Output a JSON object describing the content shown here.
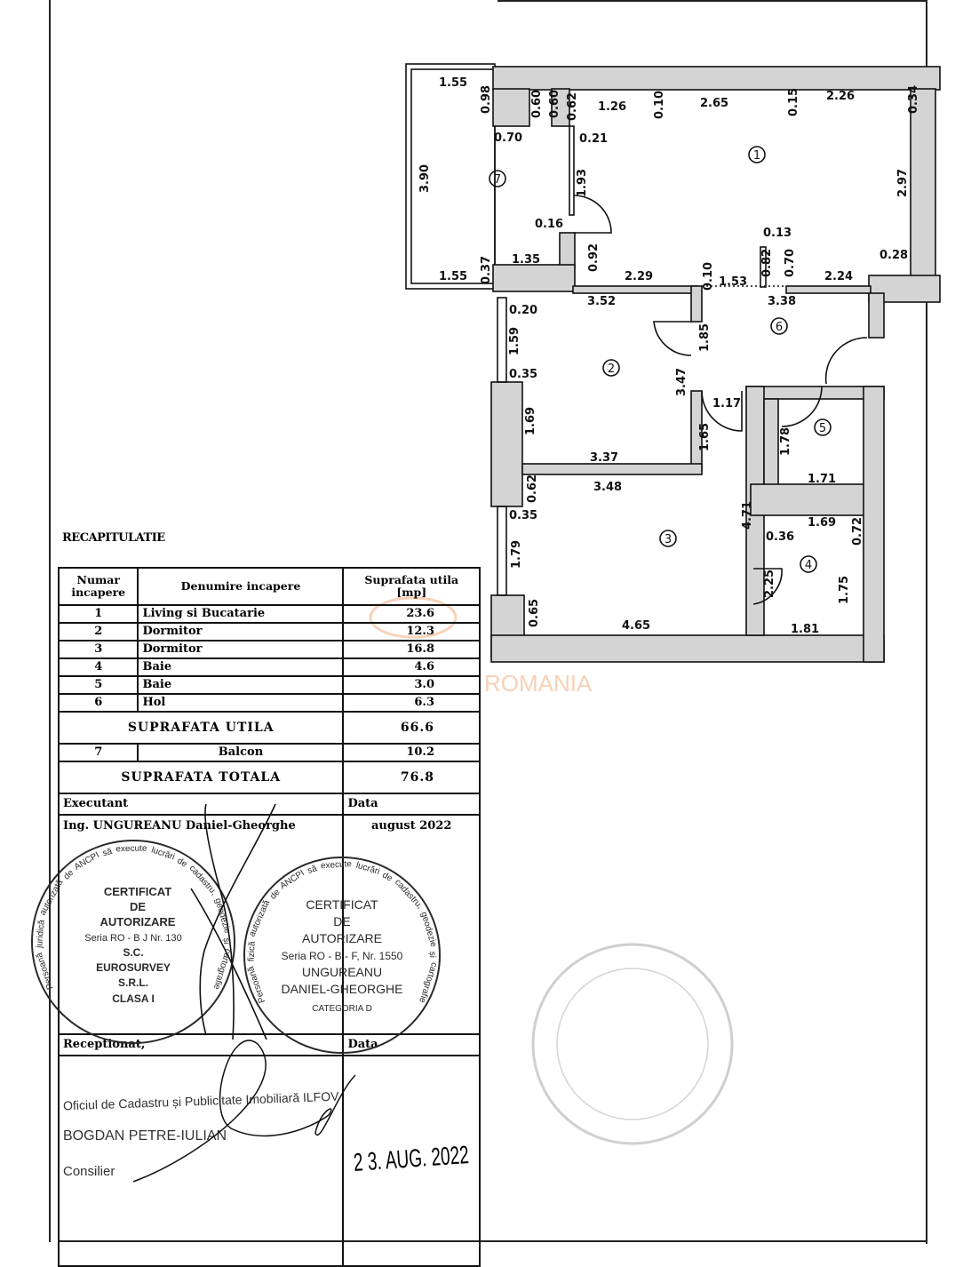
{
  "plan": {
    "rooms": [
      "1",
      "7",
      "2",
      "6",
      "5",
      "3",
      "4"
    ],
    "dims": [
      "1.55",
      "0.70",
      "1.26",
      "2.65",
      "2.26",
      "0.21",
      "0.16",
      "1.35",
      "1.55",
      "2.29",
      "1.53",
      "2.24",
      "0.13",
      "0.28",
      "3.52",
      "3.38",
      "0.20",
      "0.35",
      "1.17",
      "3.37",
      "3.48",
      "0.35",
      "1.71",
      "1.69",
      "0.36",
      "4.65",
      "1.81",
      "0.98",
      "0.60",
      "0.60",
      "0.62",
      "0.10",
      "0.15",
      "0.34",
      "3.90",
      "1.93",
      "2.97",
      "0.92",
      "0.37",
      "0.10",
      "0.82",
      "0.70",
      "1.59",
      "1.85",
      "3.47",
      "1.69",
      "1.65",
      "1.78",
      "0.62",
      "4.71",
      "0.72",
      "1.79",
      "2.25",
      "1.75",
      "0.65"
    ]
  },
  "recap": {
    "title": "RECAPITULATIE",
    "headers": [
      "Numar incapere",
      "Denumire incapere",
      "Suprafata utila [mp]"
    ],
    "rows": [
      {
        "nr": "1",
        "name": "Living si Bucatarie",
        "area": "23.6"
      },
      {
        "nr": "2",
        "name": "Dormitor",
        "area": "12.3"
      },
      {
        "nr": "3",
        "name": "Dormitor",
        "area": "16.8"
      },
      {
        "nr": "4",
        "name": "Baie",
        "area": "4.6"
      },
      {
        "nr": "5",
        "name": "Baie",
        "area": "3.0"
      },
      {
        "nr": "6",
        "name": "Hol",
        "area": "6.3"
      }
    ],
    "useful_label": "SUPRAFATA UTILA",
    "useful_value": "66.6",
    "balcony": {
      "nr": "7",
      "name": "Balcon",
      "area": "10.2"
    },
    "total_label": "SUPRAFATA TOTALA",
    "total_value": "76.8",
    "executant_label": "Executant",
    "date_label": "Data",
    "executant_name": "Ing. UNGUREANU Daniel-Gheorghe",
    "executant_date": "august 2022",
    "received_label": "Receptionat,",
    "received_date_label": "Data",
    "office": "Oficiul de Cadastru și Publicitate Imobiliară ILFOV",
    "officer": "BOGDAN PETRE-IULIAN",
    "officer_role": "Consilier",
    "received_date": "2 3. AUG. 2022"
  },
  "stamps": {
    "left": {
      "ring": "Persoană juridică autorizată de ANCPI să execute lucrări de cadastru, geodezie și cartografie",
      "lines": [
        "CERTIFICAT",
        "DE",
        "AUTORIZARE",
        "Seria RO - B  J Nr. 130",
        "S.C.",
        "EUROSURVEY",
        "S.R.L.",
        "CLASA I"
      ]
    },
    "right": {
      "ring": "Persoană fizică autorizată de ANCPI să execute lucrări de cadastru, geodezie și cartografie",
      "lines": [
        "CERTIFICAT",
        "DE",
        "AUTORIZARE",
        "Seria RO - B - F, Nr. 1550",
        "UNGUREANU",
        "DANIEL-GHEORGHE",
        "CATEGORIA D"
      ]
    }
  },
  "watermark": "ROMANIA",
  "colors": {
    "stamp": "#2a2a2a",
    "watermark": "#f4b48a",
    "wall_fill": "#d4d4d4"
  }
}
